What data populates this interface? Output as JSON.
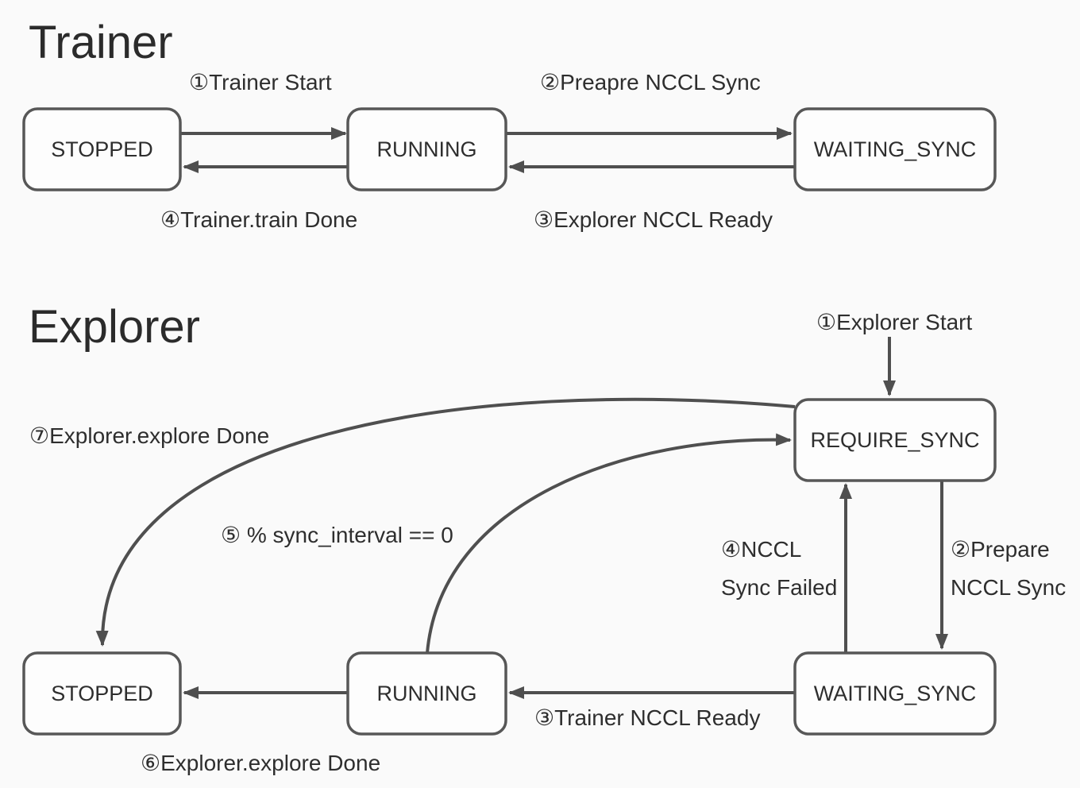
{
  "colors": {
    "background": "#fafafa",
    "node_fill": "#fdfdfd",
    "node_border": "#575757",
    "arrow": "#4f4f4f",
    "text": "#2e2e2e"
  },
  "trainer": {
    "title": "Trainer",
    "states": {
      "stopped": "STOPPED",
      "running": "RUNNING",
      "waiting_sync": "WAITING_SYNC"
    },
    "transitions": {
      "start": "①Trainer Start",
      "prepare_nccl_sync": "②Preapre NCCL Sync",
      "explorer_nccl_ready": "③Explorer NCCL Ready",
      "train_done": "④Trainer.train Done"
    }
  },
  "explorer": {
    "title": "Explorer",
    "states": {
      "stopped": "STOPPED",
      "running": "RUNNING",
      "require_sync": "REQUIRE_SYNC",
      "waiting_sync": "WAITING_SYNC"
    },
    "transitions": {
      "start": "①Explorer Start",
      "prepare_nccl_sync_line1": "②Prepare",
      "prepare_nccl_sync_line2": "NCCL Sync",
      "trainer_nccl_ready": "③Trainer NCCL Ready",
      "nccl_sync_failed_line1": "④NCCL",
      "nccl_sync_failed_line2": "Sync Failed",
      "sync_interval": "⑤ % sync_interval == 0",
      "explore_done_6": "⑥Explorer.explore Done",
      "explore_done_7": "⑦Explorer.explore Done"
    }
  }
}
